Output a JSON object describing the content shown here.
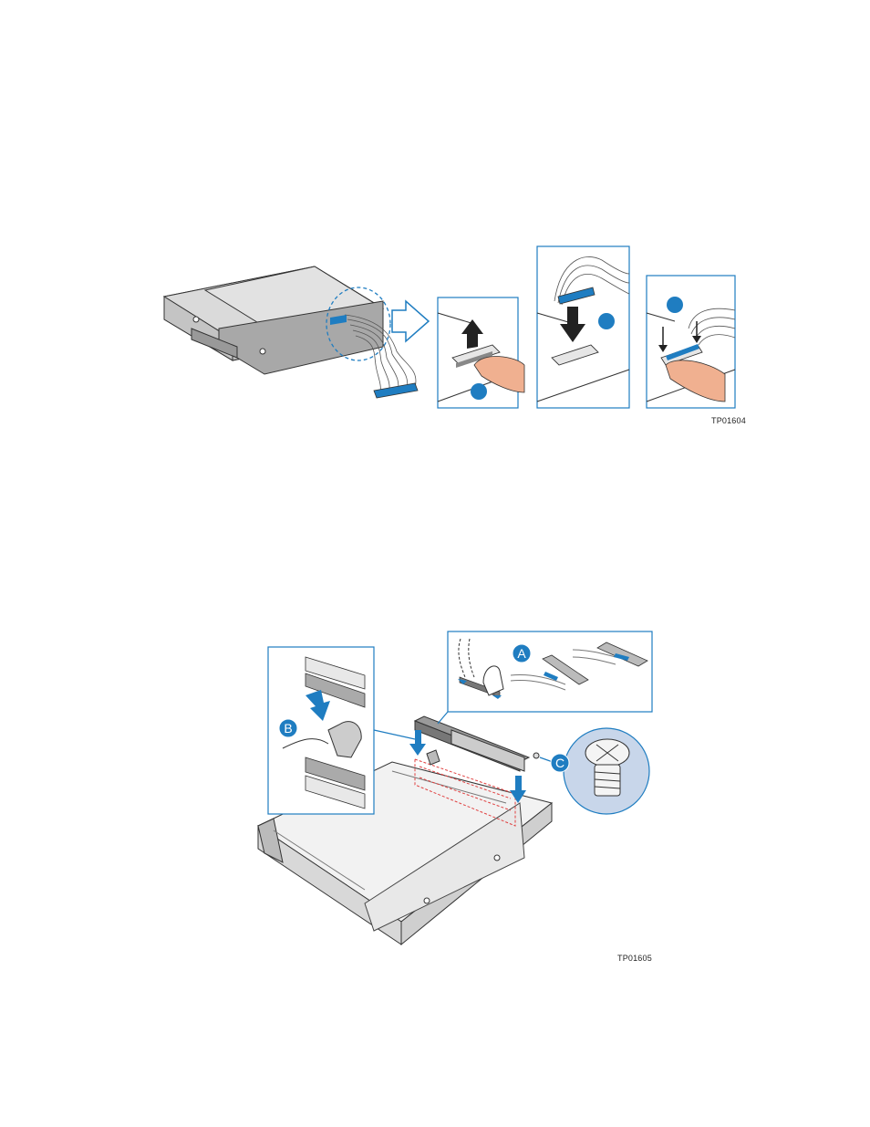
{
  "figure1": {
    "tag": "TP01604"
  },
  "figure2": {
    "tag": "TP01605",
    "callouts": {
      "a": "A",
      "b": "B",
      "c": "C"
    }
  },
  "colors": {
    "accent_blue": "#1f7dc1",
    "line": "#333333",
    "panel_fill": "#c8d6ea",
    "red_dash": "#e04040"
  }
}
